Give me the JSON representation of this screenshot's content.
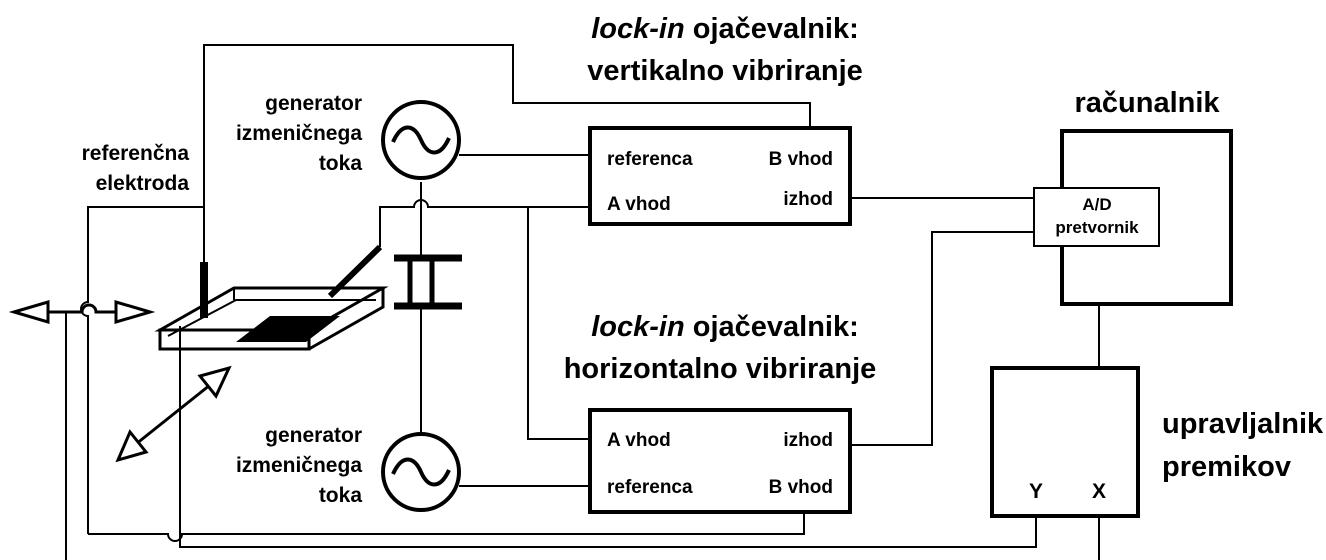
{
  "lockin_top": {
    "title_italic": "lock-in",
    "title_rest": " ojačevalnik:",
    "subtitle": "vertikalno vibriranje",
    "port_reference": "referenca",
    "port_b": "B vhod",
    "port_a": "A vhod",
    "port_out": "izhod"
  },
  "lockin_bottom": {
    "title_italic": "lock-in",
    "title_rest": " ojačevalnik:",
    "subtitle": "horizontalno vibriranje",
    "port_a": "A vhod",
    "port_out": "izhod",
    "port_reference": "referenca",
    "port_b": "B vhod"
  },
  "generator_top": {
    "line1": "generator",
    "line2": "izmeničnega",
    "line3": "toka"
  },
  "generator_bottom": {
    "line1": "generator",
    "line2": "izmeničnega",
    "line3": "toka"
  },
  "reference_electrode": {
    "line1": "referenčna",
    "line2": "elektroda"
  },
  "computer": {
    "label": "računalnik",
    "adc_line1": "A/D",
    "adc_line2": "pretvornik"
  },
  "motion_controller": {
    "line1": "upravljalnik",
    "line2": "premikov",
    "port_y": "Y",
    "port_x": "X"
  },
  "icons": [
    "ac-source-icon",
    "double-arrow-icon",
    "sample-dish-icon",
    "vibrating-electrode-icon"
  ]
}
